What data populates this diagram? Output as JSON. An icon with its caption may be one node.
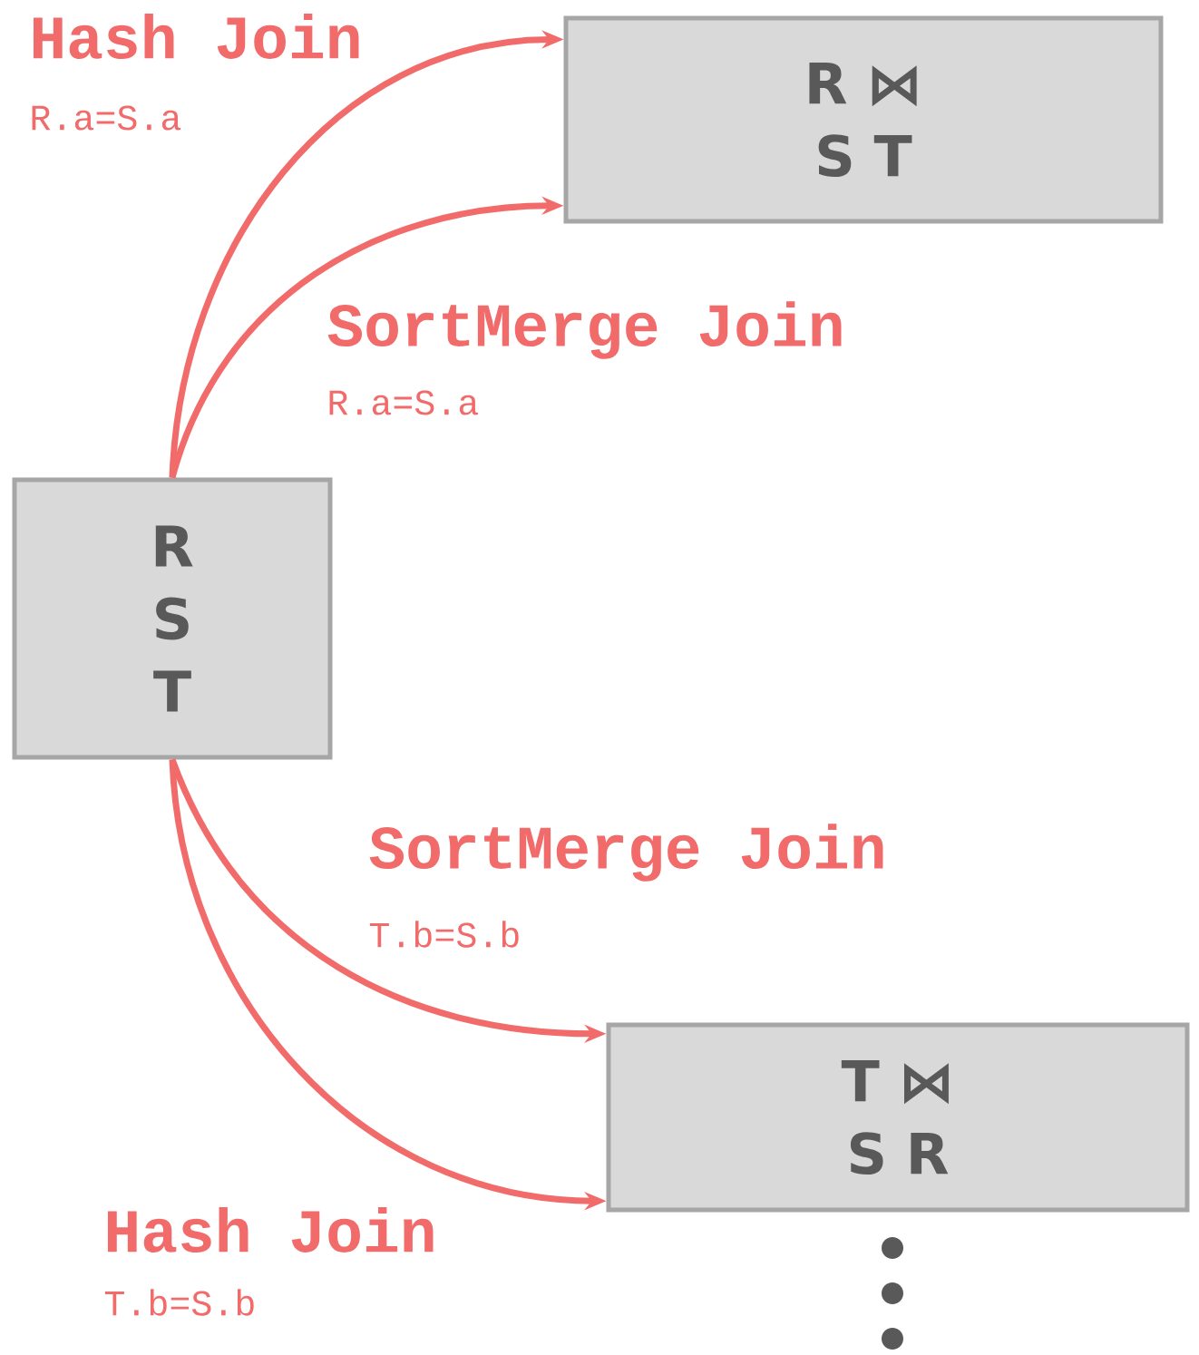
{
  "diagram": {
    "nodes": [
      {
        "text": [
          "R S T"
        ]
      },
      {
        "text": [
          "R ⋈ S T"
        ]
      },
      {
        "text": [
          "T ⋈ S R"
        ]
      }
    ],
    "edges": [
      {
        "from": 0,
        "to": 1,
        "arrow": "to",
        "label": "Hash Join"
      },
      {
        "from": 0,
        "to": 1,
        "arrow": "to",
        "label": "SortMerge Join"
      },
      {
        "from": 0,
        "to": 2,
        "arrow": "to",
        "label": "SortMerge Join"
      },
      {
        "from": 0,
        "to": 2,
        "arrow": "to",
        "label": "Hash Join"
      }
    ],
    "labels": [
      "R.a=S.a",
      "R.a=S.a",
      "T.b=S.b",
      "T.b=S.b"
    ]
  }
}
